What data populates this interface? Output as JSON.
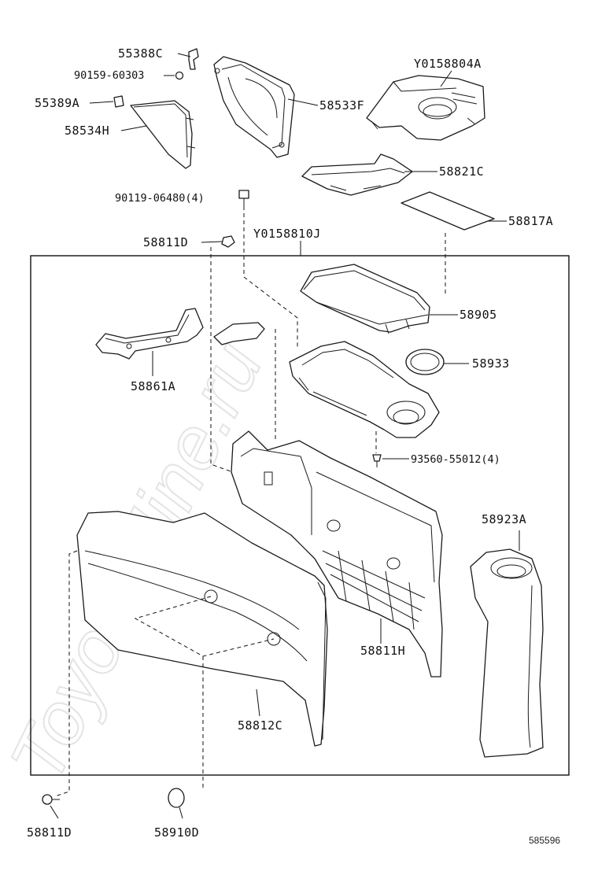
{
  "watermark": "ToyotaMine.ru",
  "figure_code": "585596",
  "callouts": [
    {
      "id": "c1",
      "text": "55388C"
    },
    {
      "id": "c2",
      "text": "90159-60303"
    },
    {
      "id": "c3",
      "text": "55389A"
    },
    {
      "id": "c4",
      "text": "58534H"
    },
    {
      "id": "c5",
      "text": "58533F"
    },
    {
      "id": "c6",
      "text": "Y0158804A"
    },
    {
      "id": "c7",
      "text": "58821C"
    },
    {
      "id": "c8",
      "text": "90119-06480(4)"
    },
    {
      "id": "c9",
      "text": "58817A"
    },
    {
      "id": "c10",
      "text": "58811D"
    },
    {
      "id": "c11",
      "text": "Y0158810J"
    },
    {
      "id": "c12",
      "text": "58905"
    },
    {
      "id": "c13",
      "text": "58933"
    },
    {
      "id": "c14",
      "text": "58861A"
    },
    {
      "id": "c15",
      "text": "93560-55012(4)"
    },
    {
      "id": "c16",
      "text": "58923A"
    },
    {
      "id": "c17",
      "text": "58811H"
    },
    {
      "id": "c18",
      "text": "58812C"
    },
    {
      "id": "c19",
      "text": "58811D"
    },
    {
      "id": "c20",
      "text": "58910D"
    }
  ]
}
